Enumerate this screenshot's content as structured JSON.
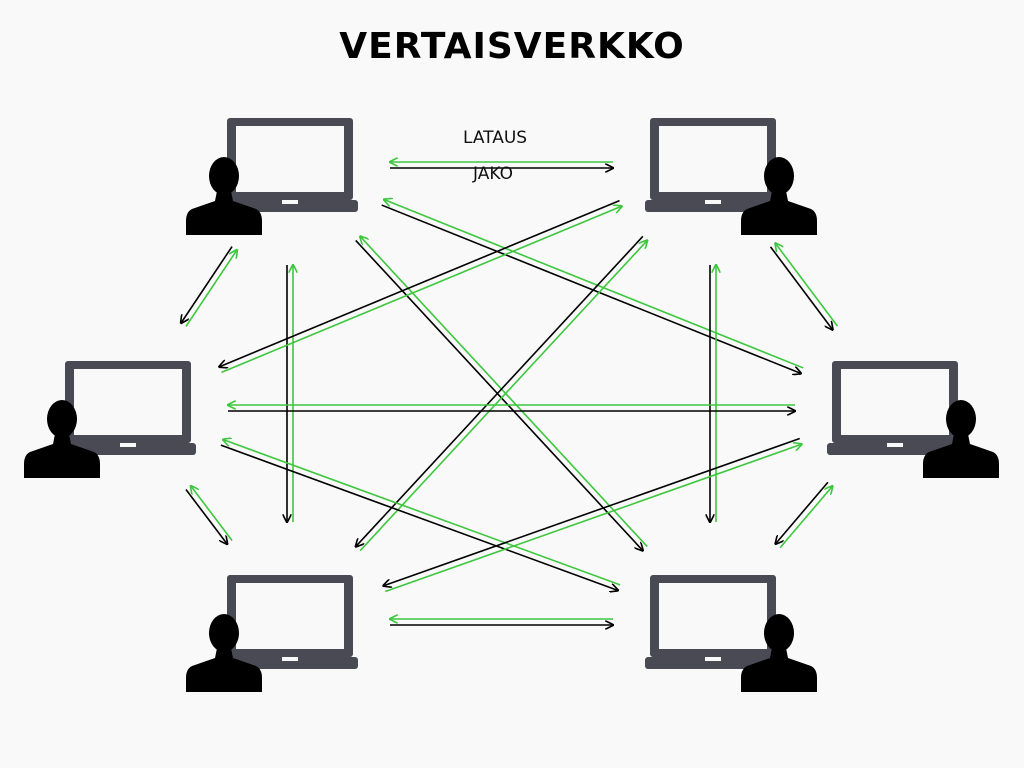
{
  "title": "VERTAISVERKKO",
  "legend": {
    "download_label": "LATAUS",
    "share_label": "JAKO"
  },
  "colors": {
    "background": "#f9f9f9",
    "download_arrow": "#000000",
    "share_arrow": "#3ec73e",
    "laptop": "#4a4a55",
    "laptop_screen": "#f9f9f9",
    "person": "#000000"
  },
  "nodes": [
    {
      "id": "top-left",
      "icon": "laptop-user-icon",
      "facing": "left"
    },
    {
      "id": "top-right",
      "icon": "laptop-user-icon",
      "facing": "right"
    },
    {
      "id": "middle-left",
      "icon": "laptop-user-icon",
      "facing": "left"
    },
    {
      "id": "middle-right",
      "icon": "laptop-user-icon",
      "facing": "right"
    },
    {
      "id": "bottom-left",
      "icon": "laptop-user-icon",
      "facing": "left"
    },
    {
      "id": "bottom-right",
      "icon": "laptop-user-icon",
      "facing": "right"
    }
  ],
  "connections": [
    {
      "from": "top-left",
      "to": "top-right"
    },
    {
      "from": "top-left",
      "to": "middle-left"
    },
    {
      "from": "top-left",
      "to": "bottom-left"
    },
    {
      "from": "top-left",
      "to": "middle-right"
    },
    {
      "from": "top-left",
      "to": "bottom-right"
    },
    {
      "from": "top-right",
      "to": "middle-left"
    },
    {
      "from": "top-right",
      "to": "bottom-left"
    },
    {
      "from": "top-right",
      "to": "bottom-right"
    },
    {
      "from": "top-right",
      "to": "middle-right"
    },
    {
      "from": "middle-left",
      "to": "middle-right"
    },
    {
      "from": "middle-left",
      "to": "bottom-left"
    },
    {
      "from": "middle-left",
      "to": "bottom-right"
    },
    {
      "from": "middle-right",
      "to": "bottom-left"
    },
    {
      "from": "middle-right",
      "to": "bottom-right"
    },
    {
      "from": "bottom-left",
      "to": "bottom-right"
    }
  ]
}
